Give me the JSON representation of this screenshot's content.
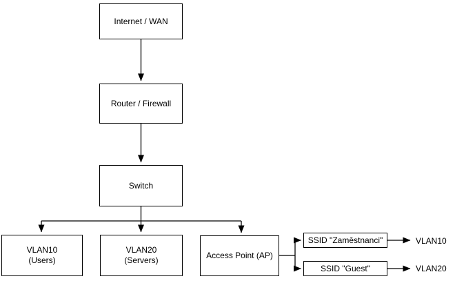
{
  "diagram": {
    "type": "network-topology-flowchart",
    "colors": {
      "background": "#ffffff",
      "box_fill": "#ffffff",
      "box_border": "#000000",
      "line": "#000000",
      "text": "#000000"
    },
    "nodes": {
      "internet": {
        "label": "Internet / WAN"
      },
      "router": {
        "label": "Router / Firewall"
      },
      "switch": {
        "label": "Switch"
      },
      "vlan10": {
        "line1": "VLAN10",
        "line2": "(Users)"
      },
      "vlan20": {
        "line1": "VLAN20",
        "line2": "(Servers)"
      },
      "access_point": {
        "label": "Access Point (AP)"
      },
      "ssid_zamestnanci": {
        "label": "SSID \"Zaměstnanci\""
      },
      "ssid_guest": {
        "label": "SSID \"Guest\""
      }
    },
    "labels": {
      "vlan10_target": "VLAN10",
      "vlan20_target": "VLAN20"
    },
    "edges": [
      {
        "from": "internet",
        "to": "router",
        "arrow": true
      },
      {
        "from": "router",
        "to": "switch",
        "arrow": true
      },
      {
        "from": "switch",
        "to": "vlan10",
        "arrow": true
      },
      {
        "from": "switch",
        "to": "vlan20",
        "arrow": true
      },
      {
        "from": "switch",
        "to": "access_point",
        "arrow": true
      },
      {
        "from": "access_point",
        "to": "ssid_zamestnanci",
        "arrow": true
      },
      {
        "from": "access_point",
        "to": "ssid_guest",
        "arrow": true
      },
      {
        "from": "ssid_zamestnanci",
        "to": "vlan10_target",
        "arrow": true
      },
      {
        "from": "ssid_guest",
        "to": "vlan20_target",
        "arrow": true
      }
    ]
  }
}
